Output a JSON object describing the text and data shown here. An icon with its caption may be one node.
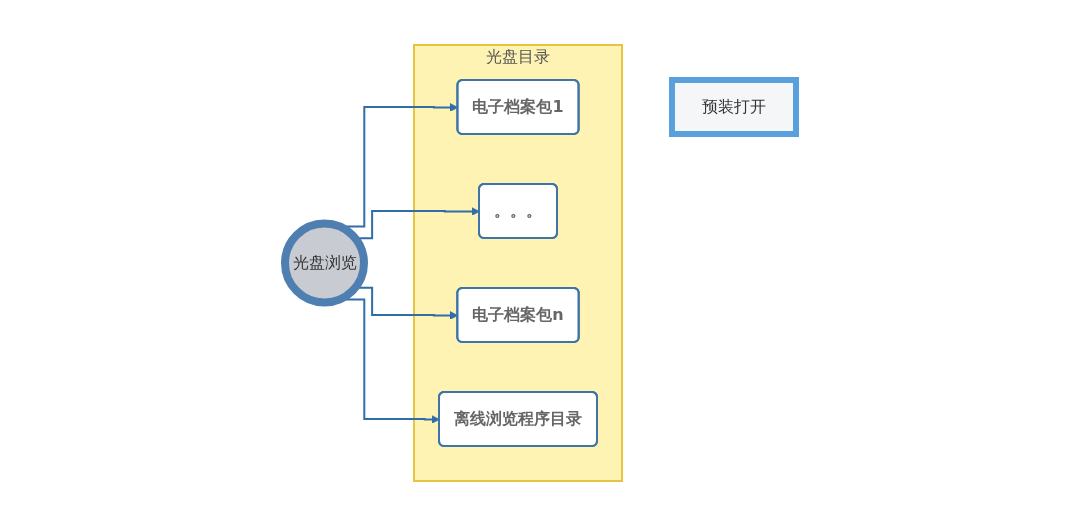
{
  "diagram": {
    "nodes": [
      {
        "text": [
          "光盘浏览"
        ]
      },
      {
        "text": [
          "光盘目录"
        ]
      },
      {
        "text": [
          "电子档案包1"
        ],
        "in": 1
      },
      {
        "text": [
          "。。。"
        ],
        "in": 1
      },
      {
        "text": [
          "电子档案包n"
        ],
        "in": 1
      },
      {
        "text": [
          "离线浏览程序目录"
        ],
        "in": 1
      },
      {
        "text": [
          "预装打开"
        ]
      }
    ],
    "edges": [
      {
        "from": 0,
        "to": 2,
        "arrow": "to"
      },
      {
        "from": 0,
        "to": 3,
        "arrow": "to"
      },
      {
        "from": 0,
        "to": 4,
        "arrow": "to"
      },
      {
        "from": 0,
        "to": 5,
        "arrow": "to"
      }
    ]
  }
}
